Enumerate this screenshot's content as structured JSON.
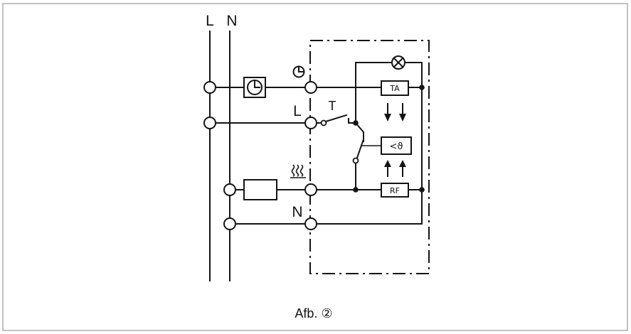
{
  "supply_labels": {
    "live": "L",
    "neutral": "N"
  },
  "terminal_labels": {
    "live": "L",
    "neutral": "N"
  },
  "switch_label": "T",
  "boxes": {
    "ta": "TA",
    "thermostat": "<ϑ",
    "rf": "RF"
  },
  "caption": "Afb. ②",
  "icons": {
    "timer_box": "clock-icon",
    "timer_terminal": "clock-icon",
    "heating_terminal": "heating-icon",
    "indicator": "lamp-icon"
  }
}
